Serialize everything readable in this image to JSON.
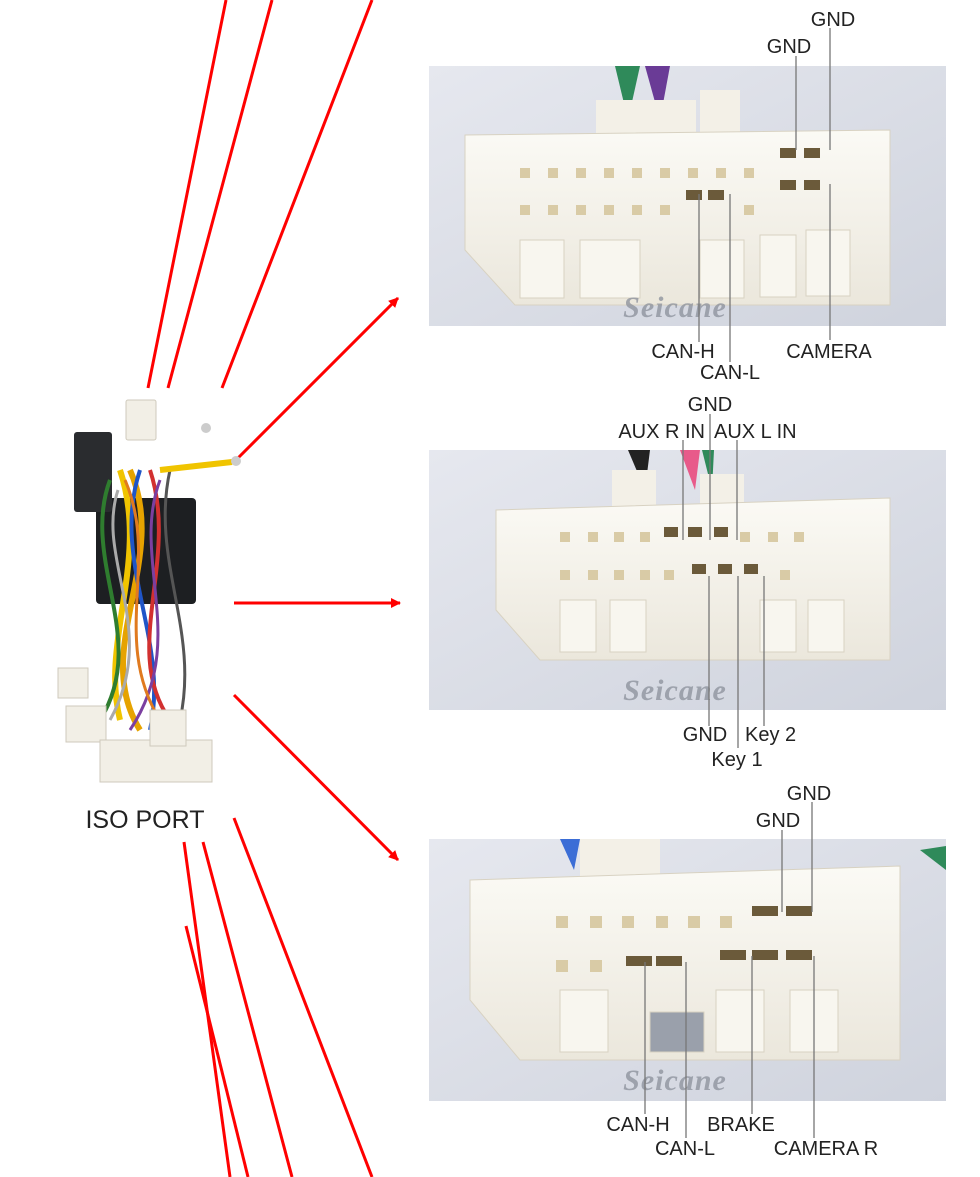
{
  "harness": {
    "label": "ISO PORT"
  },
  "photos": [
    {
      "watermark": "Seicane",
      "pin_labels": [
        "GND",
        "GND",
        "CAN-H",
        "CAN-L",
        "CAMERA"
      ]
    },
    {
      "watermark": "Seicane",
      "pin_labels": [
        "GND",
        "AUX R IN",
        "AUX L IN",
        "GND",
        "Key 1",
        "Key 2"
      ]
    },
    {
      "watermark": "Seicane",
      "pin_labels": [
        "GND",
        "GND",
        "CAN-H",
        "CAN-L",
        "BRAKE",
        "CAMERA R"
      ]
    }
  ],
  "colors": {
    "arrow": "#ff0000",
    "connector_body": "#f4f1ea",
    "background_surface": "#d9dce6"
  }
}
